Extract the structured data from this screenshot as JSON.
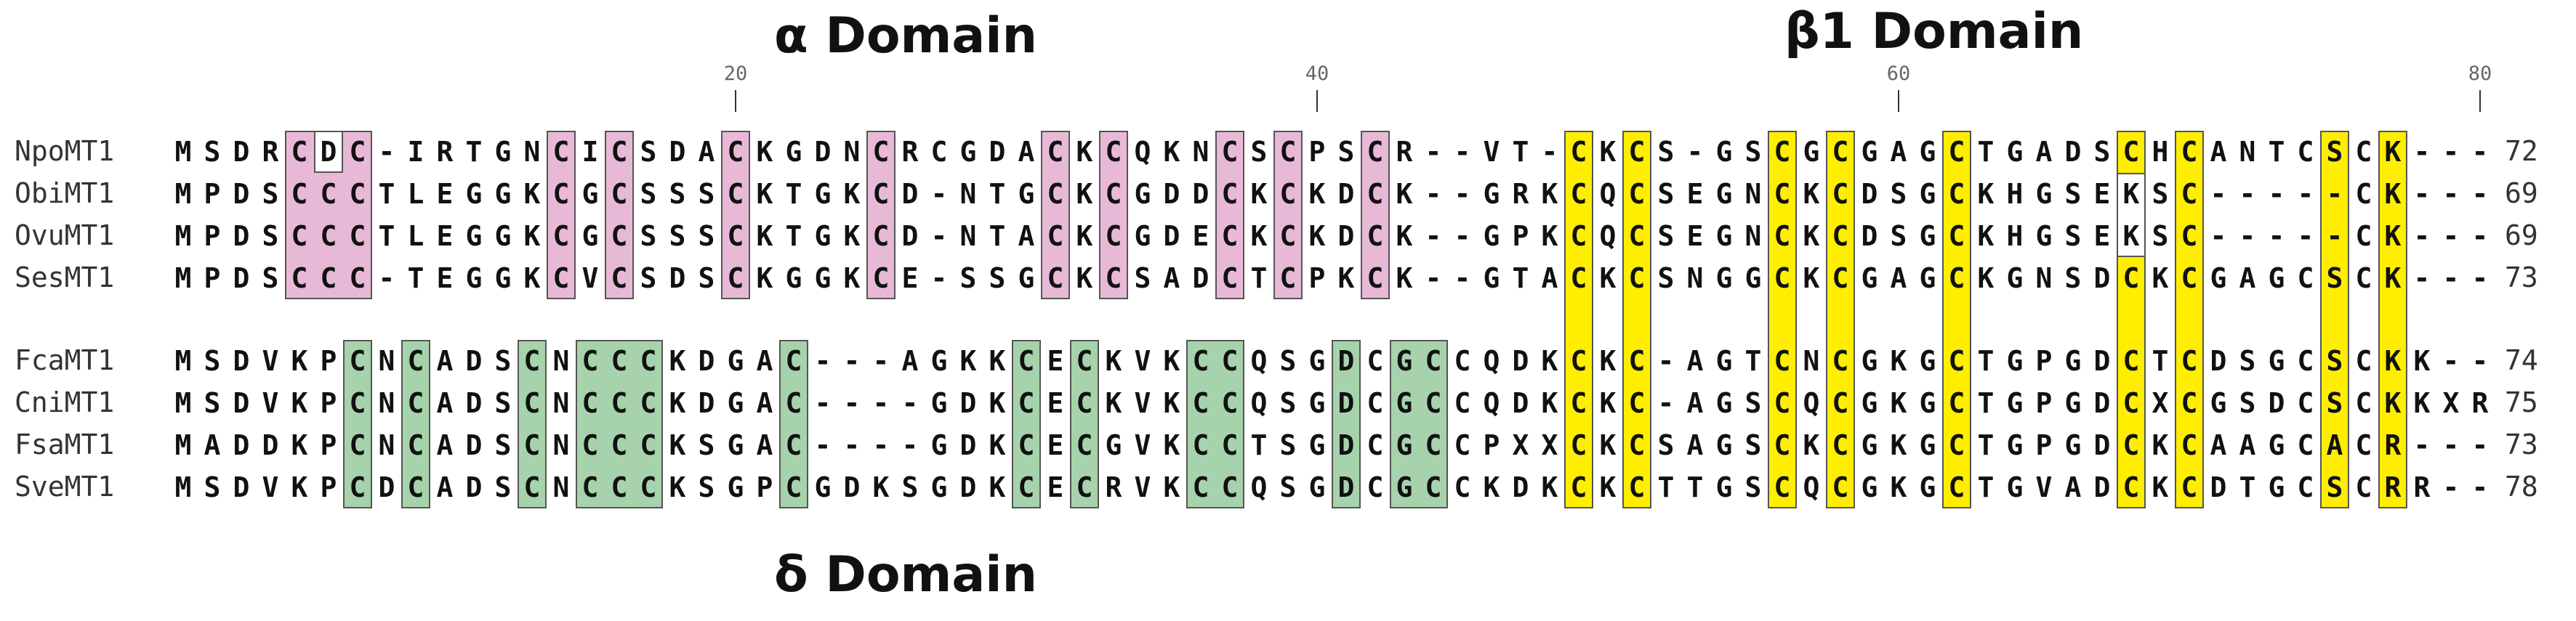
{
  "title_alpha": "α Domain",
  "title_beta": "β1 Domain",
  "title_delta": "δ Domain",
  "ruler": [
    {
      "label": "20",
      "column": 19
    },
    {
      "label": "40",
      "column": 39
    },
    {
      "label": "60",
      "column": 59
    },
    {
      "label": "80",
      "column": 79
    }
  ],
  "sequences": [
    {
      "name": "NpoMT1",
      "seq": "MSDRCDC-IRTGNCICSDACKGDNCRCGDACKCQKNCSCPSCR--VT-CKCS-GSCGCGAGCTGADSCHCANTCSCK---",
      "length": "72"
    },
    {
      "name": "ObiMT1",
      "seq": "MPDSCCCTLEGGKCGCSSSCKTGKCD-NTGCKCGDDCKCKDCK--GRKCQCSEGNCKCDSGCKHGSEKSC-----CK---",
      "length": "69"
    },
    {
      "name": "OvuMT1",
      "seq": "MPDSCCCTLEGGKCGCSSSCKTGKCD-NTACKCGDECKCKDCK--GPKCQCSEGNCKCDSGCKHGSEKSC-----CK---",
      "length": "69"
    },
    {
      "name": "SesMT1",
      "seq": "MPDSCCC-TEGGKCVCSDSCKGGKCE-SSGCKCSADCTCPKCK--GTACKCSNGGCKCGAGCKGNSDCKCGAGCSCK---",
      "length": "73"
    },
    {
      "name": "FcaMT1",
      "seq": "MSDVKPCNCADSCNCCCKDGAC---AGKKCECKVKCCQSGDCGCCQDKCKC-AGTCNCGKGCTGPGDCTCDSGCSCKK--",
      "length": "74"
    },
    {
      "name": "CniMT1",
      "seq": "MSDVKPCNCADSCNCCCKDGAC----GDKCECKVKCCQSGDCGCCQDKCKC-AGSCQCGKGCTGPGDCXCGSDCSCKKXR",
      "length": "75"
    },
    {
      "name": "FsaMT1",
      "seq": "MADDKPCNCADSCNCCCKSGAC----GDKCECGVKCCTSGDCGCCPXXCKCSAGSCKCGKGCTGPGDCKCAAGCACR---",
      "length": "73"
    },
    {
      "name": "SveMT1",
      "seq": "MSDVKPCDCADSCNCCCKSGPCGDKSGDKCECRVKCCQSGDCGCCKDKCKCTTGSCQCGKGCTGVADCKCDTGCSCRR--",
      "length": "78"
    }
  ],
  "highlights": [
    {
      "color": "#e8b9d6",
      "group": "alpha",
      "rows": [
        0,
        3
      ],
      "cols": [
        [
          4,
          6
        ],
        [
          13,
          13
        ],
        [
          15,
          15
        ],
        [
          19,
          19
        ],
        [
          24,
          24
        ],
        [
          30,
          30
        ],
        [
          32,
          32
        ],
        [
          36,
          36
        ],
        [
          38,
          38
        ],
        [
          41,
          41
        ]
      ]
    },
    {
      "color": "#ffffff",
      "group": "alpha-gap",
      "rows": [
        0,
        0
      ],
      "cols": [
        [
          5,
          5
        ]
      ]
    },
    {
      "color": "#ffee00",
      "group": "beta1",
      "rows": [
        0,
        7
      ],
      "cols": [
        [
          48,
          48
        ],
        [
          50,
          50
        ],
        [
          55,
          55
        ],
        [
          57,
          57
        ],
        [
          61,
          61
        ],
        [
          67,
          67
        ],
        [
          69,
          69
        ],
        [
          74,
          74
        ],
        [
          76,
          76
        ]
      ]
    },
    {
      "color": "#ffffff",
      "group": "beta1-gap",
      "rows": [
        1,
        2
      ],
      "cols": [
        [
          67,
          67
        ]
      ]
    },
    {
      "color": "#a6d3ac",
      "group": "delta",
      "rows": [
        4,
        7
      ],
      "cols": [
        [
          6,
          6
        ],
        [
          8,
          8
        ],
        [
          12,
          12
        ],
        [
          14,
          16
        ],
        [
          21,
          21
        ],
        [
          29,
          29
        ],
        [
          31,
          31
        ],
        [
          35,
          36
        ],
        [
          40,
          40
        ],
        [
          42,
          43
        ]
      ]
    }
  ]
}
